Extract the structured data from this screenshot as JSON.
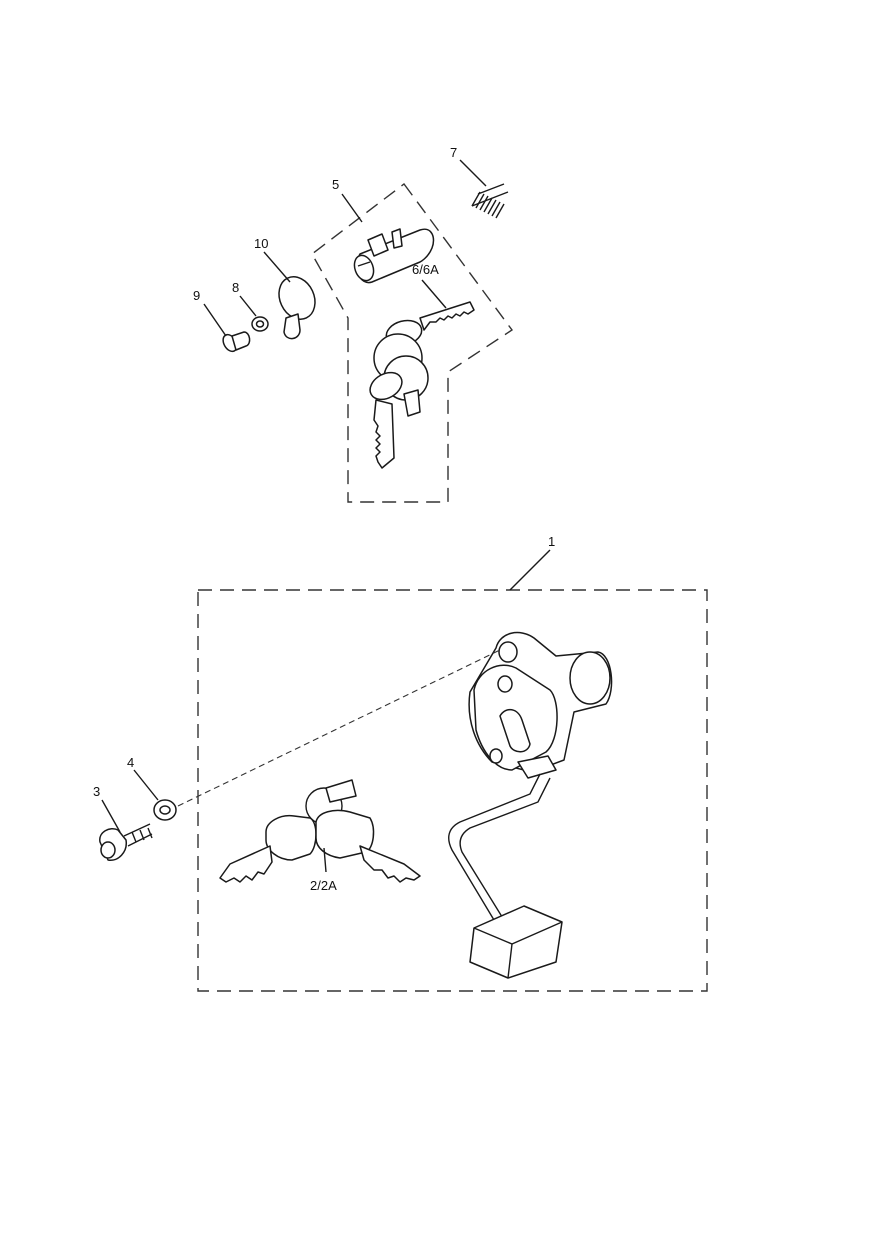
{
  "callouts": {
    "c1": "1",
    "c2": "2/2A",
    "c3": "3",
    "c4": "4",
    "c5": "5",
    "c6": "6/6A",
    "c7": "7",
    "c8": "8",
    "c9": "9",
    "c10": "10"
  },
  "colors": {
    "line": "#1a1a1a",
    "background": "#ffffff"
  }
}
